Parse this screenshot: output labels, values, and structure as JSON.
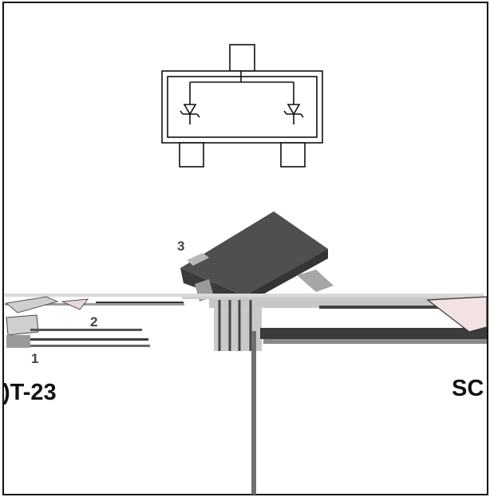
{
  "pins": {
    "pin1": "1",
    "pin2": "2",
    "pin3": "3"
  },
  "packages": {
    "left_label": ")T-23",
    "right_label": "SC"
  },
  "colors": {
    "border": "#111111",
    "body": "#4a4a4a",
    "lead": "#b8b8b8",
    "divider": "#6e6e6e"
  }
}
